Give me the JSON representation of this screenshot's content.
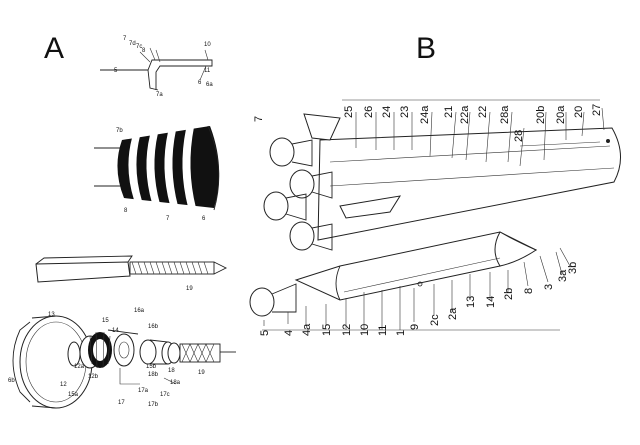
{
  "panels": {
    "a": "A",
    "b": "B"
  },
  "panel_a_labels": {
    "top": [
      "7",
      "7d",
      "7c",
      "8",
      "5",
      "10",
      "11",
      "6",
      "6a",
      "7a"
    ],
    "drum": [
      "7b",
      "8",
      "7",
      "6"
    ],
    "bar": [
      "19"
    ],
    "bottom": [
      "6b",
      "13",
      "16a",
      "16b",
      "14",
      "15",
      "12a",
      "12b",
      "12",
      "15a",
      "17",
      "17a",
      "17b",
      "17c",
      "18",
      "18a",
      "18b",
      "19",
      "15b"
    ]
  },
  "panel_b_labels": {
    "top": [
      "25",
      "26",
      "24",
      "23",
      "24a",
      "21",
      "22a",
      "22",
      "28a",
      "28",
      "20b",
      "20a",
      "20",
      "27",
      "7"
    ],
    "bottom": [
      "5",
      "4",
      "4a",
      "15",
      "12",
      "10",
      "11",
      "1",
      "9",
      "2c",
      "2a",
      "13",
      "14",
      "2b",
      "8",
      "3",
      "3a",
      "3b"
    ]
  }
}
